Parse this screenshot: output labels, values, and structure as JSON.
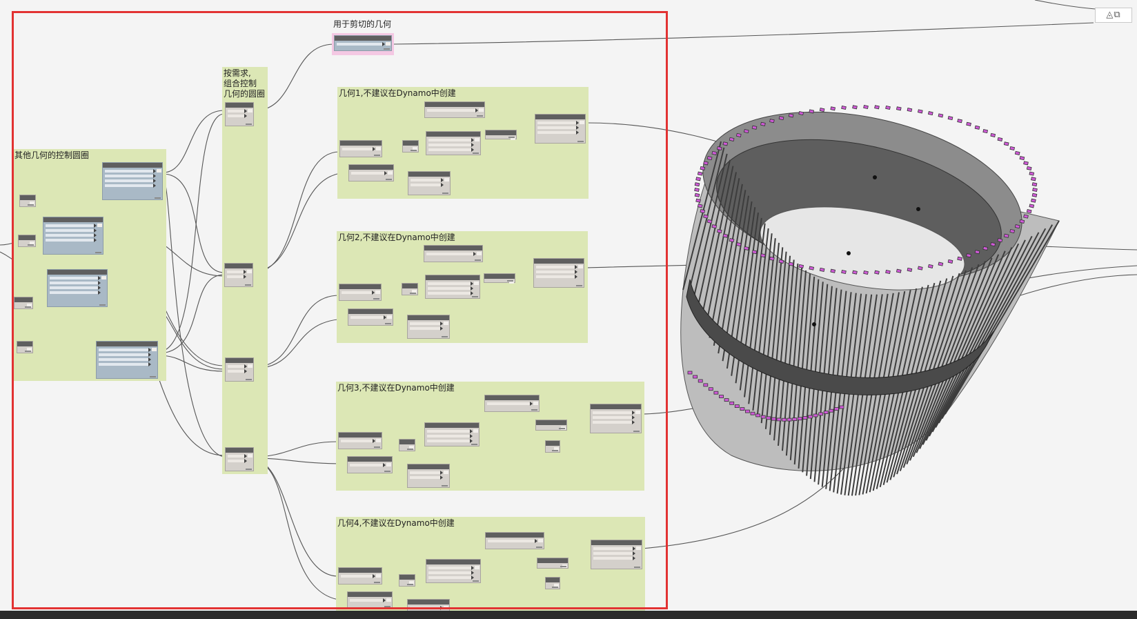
{
  "groups": {
    "cut_geometry": {
      "title": "用于剪切的几何"
    },
    "combine_control": {
      "title": "按需求,\n组合控制\n几何的圆圈"
    },
    "other_geometry": {
      "title": "其他几何的控制圆圈"
    },
    "geometry_1": {
      "title": "几何1,不建议在Dynamo中创建"
    },
    "geometry_2": {
      "title": "几何2,不建议在Dynamo中创建"
    },
    "geometry_3": {
      "title": "几何3,不建议在Dynamo中创建"
    },
    "geometry_4": {
      "title": "几何4,不建议在Dynamo中创建"
    }
  },
  "toolbar": {
    "view_toggle_icons": [
      "geometry-view-icon",
      "3d-cube-icon"
    ]
  },
  "colors": {
    "canvas_background": "#f4f4f4",
    "group_green": "#dce7b5",
    "group_pink": "#f4c8e3",
    "node_grey": "#d4d0cb",
    "node_blue": "#a9b9c6",
    "node_header": "#5f5f5f",
    "selection_red": "#e23232",
    "geometry_highlight": "#d05ad8"
  }
}
